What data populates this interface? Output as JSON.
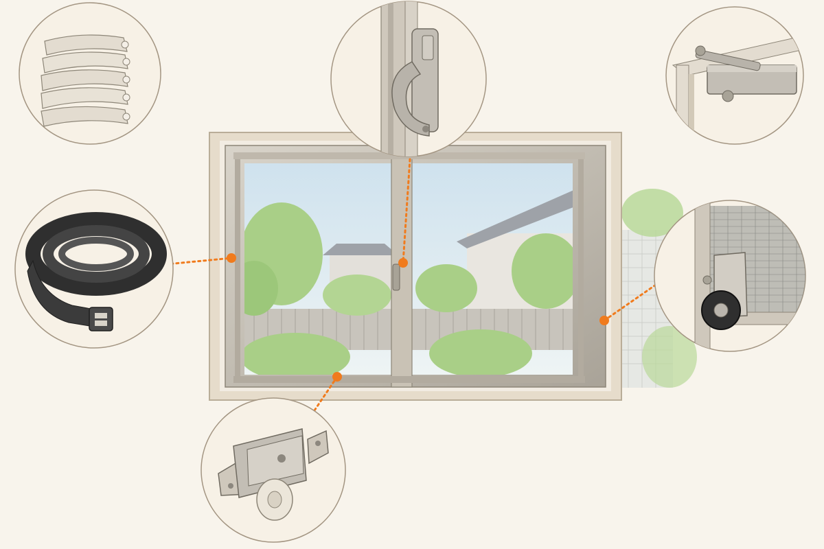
{
  "colors": {
    "background": "#f8f4ec",
    "accent": "#f07b1d",
    "frame_outer": "#e6dccb",
    "frame_metal": "#c9c2b5",
    "frame_edge": "#8c8577",
    "sky": "#dcebf3",
    "foliage": "#a9cf87",
    "fence": "#c8c4bc",
    "house": "#e9e6e0",
    "roof": "#9ea2a8",
    "bubble_fill": "#f7f1e6",
    "bubble_stroke": "#a39582",
    "rubber": "#3b3b3b",
    "weatherstrip": "#e3dcd0",
    "hardware_metal": "#bab5ad"
  },
  "callouts": [
    {
      "name": "vinyl-weatherstrip",
      "icon": "vinyl-weatherstrip-icon"
    },
    {
      "name": "window-latch",
      "icon": "window-latch-icon"
    },
    {
      "name": "door-closer",
      "icon": "door-closer-icon"
    },
    {
      "name": "rubber-gasket",
      "icon": "rubber-gasket-icon"
    },
    {
      "name": "screen-roller",
      "icon": "screen-roller-icon"
    },
    {
      "name": "sliding-roller",
      "icon": "sliding-roller-icon"
    }
  ]
}
